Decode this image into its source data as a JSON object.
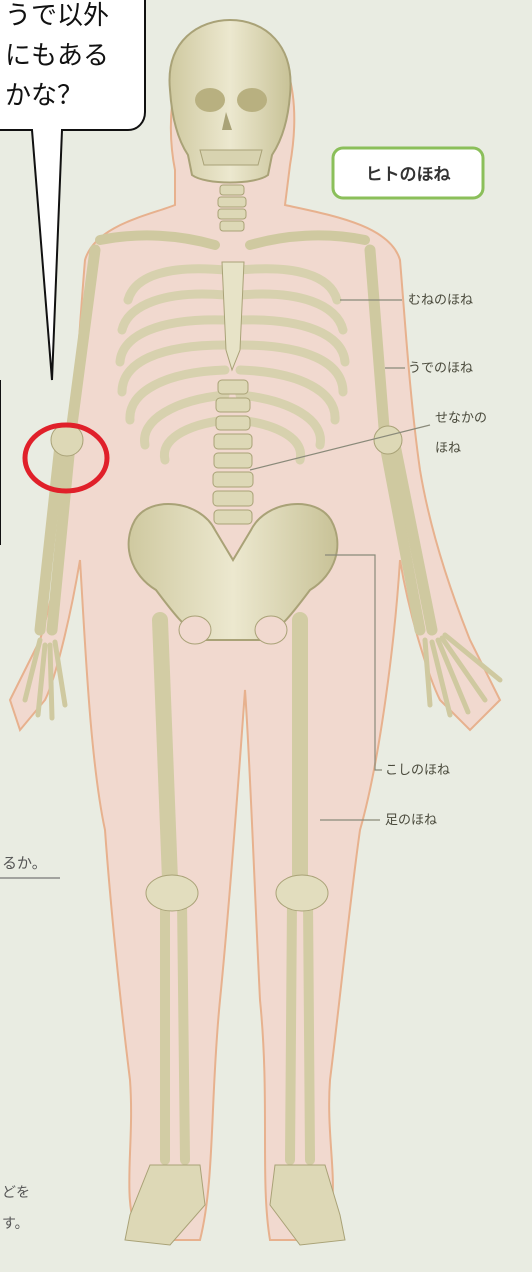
{
  "bubble": {
    "lines": [
      "うで以外",
      "にもある",
      "かな？"
    ]
  },
  "title": "ヒトのほね",
  "labels": {
    "chest": "むねのほね",
    "arm": "うでのほね",
    "back_line1": "せなかの",
    "back_line2": "ほね",
    "hip": "こしのほね",
    "leg": "足のほね"
  },
  "page_fragments": {
    "left_mid": "るか。",
    "left_bottom_1": "どを",
    "left_bottom_2": "す。"
  },
  "colors": {
    "paper": "#e9ece2",
    "body_outline": "#e7b18e",
    "body_fill": "#f1d9cf",
    "bone": "#e5e1c3",
    "bone_shadow": "#b3ad80",
    "title_border": "#8bbf5a",
    "highlight": "#e0202a"
  }
}
